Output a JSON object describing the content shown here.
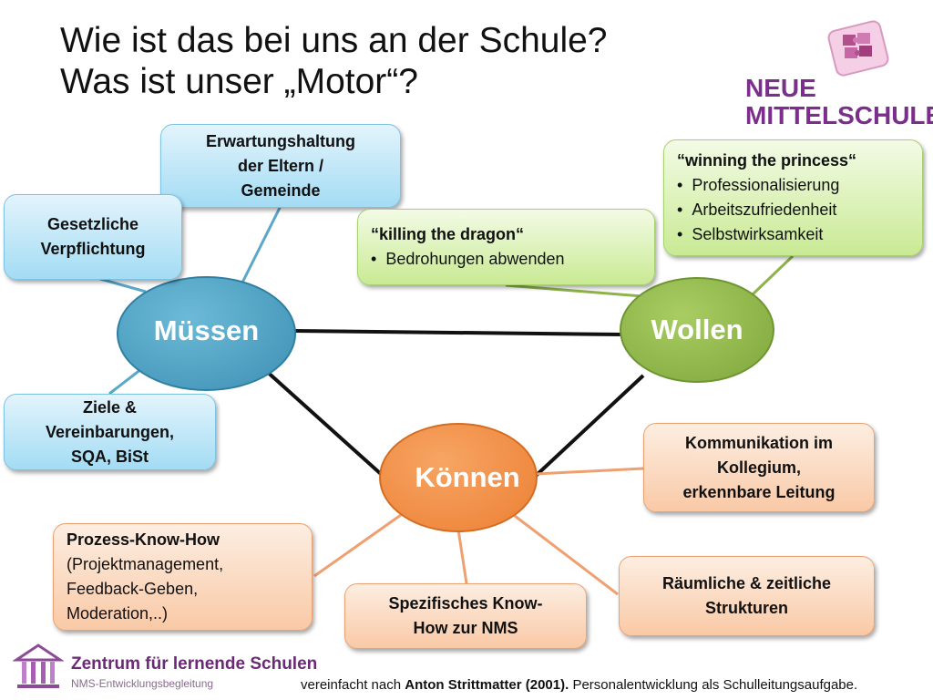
{
  "title": {
    "line1": "Wie ist das bei uns an der Schule?",
    "line2": "Was ist unser „Motor“?"
  },
  "logo": {
    "line1": "NEUE",
    "line2": "MITTELSCHULE",
    "icon": "puzzle-pieces-icon",
    "color": "#7b2e8c"
  },
  "hubs": {
    "muessen": "Müssen",
    "wollen": "Wollen",
    "koennen": "Können"
  },
  "boxes": {
    "erwartung": [
      "Erwartungshaltung",
      "der Eltern /",
      "Gemeinde"
    ],
    "gesetz": [
      "Gesetzliche",
      "Verpflichtung"
    ],
    "ziele": [
      "Ziele &",
      "Vereinbarungen,",
      "SQA, BiSt"
    ],
    "dragon": {
      "heading": "“killing the dragon“",
      "items": [
        "Bedrohungen abwenden"
      ]
    },
    "princess": {
      "heading": "“winning the princess“",
      "items": [
        "Professionalisierung",
        "Arbeitszufriedenheit",
        "Selbstwirksamkeit"
      ]
    },
    "kommunikation": [
      "Kommunikation im",
      "Kollegium,",
      "erkennbare Leitung"
    ],
    "prozess": {
      "heading": "Prozess-Know-How",
      "lines": [
        "(Projektmanagement,",
        "Feedback-Geben,",
        "Moderation,..)"
      ]
    },
    "spezifisch": [
      "Spezifisches Know-",
      "How zur NMS"
    ],
    "raeumlich": [
      "Räumliche & zeitliche",
      "Strukturen"
    ]
  },
  "colors": {
    "muessen": "#4a9dc0",
    "wollen": "#8db34a",
    "koennen": "#f08a3e"
  },
  "footer": {
    "title": "Zentrum für lernende Schulen",
    "subtitle": "NMS-Entwicklungsbegleitung",
    "citation_prefix": "vereinfacht nach ",
    "citation_author": "Anton Strittmatter (2001).",
    "citation_rest": " Personalentwicklung als Schulleitungsaufgabe."
  }
}
